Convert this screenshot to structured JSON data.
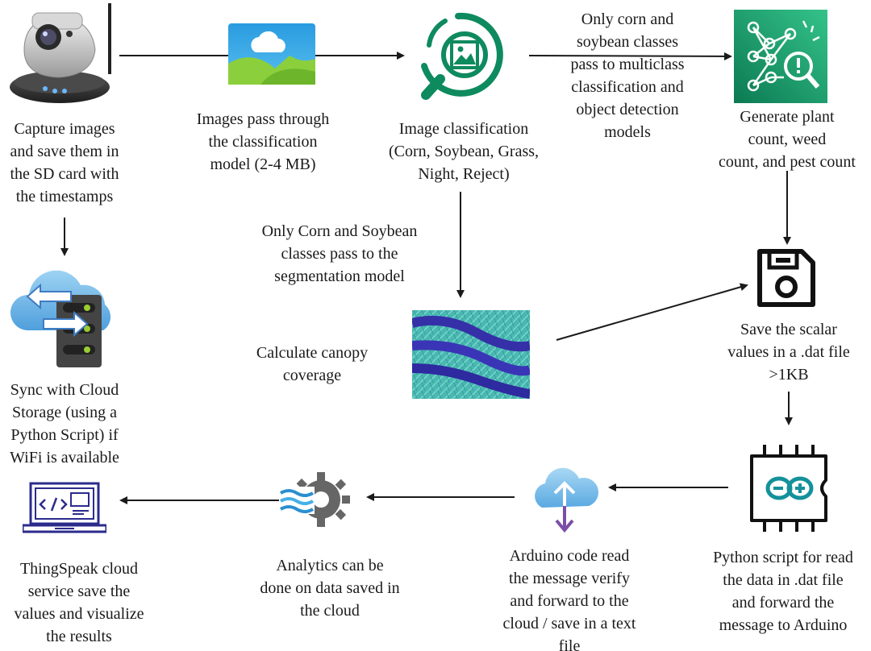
{
  "nodes": {
    "capture": {
      "label": "Capture images\nand save them in\nthe SD card with\nthe timestamps",
      "icon": "ip-camera-icon"
    },
    "cloud_sync": {
      "label": "Sync with Cloud\nStorage (using a\nPython Script) if\nWiFi is available",
      "icon": "cloud-server-sync-icon"
    },
    "classification_input": {
      "label": "Images pass through\nthe classification\nmodel  (2-4 MB)",
      "icon": "image-file-icon"
    },
    "image_classification": {
      "label": "Image classification\n(Corn, Soybean, Grass,\nNight, Reject)",
      "icon": "image-search-icon"
    },
    "detection": {
      "label": "Generate plant\ncount, weed\ncount, and pest count",
      "icon": "neural-network-detection-icon"
    },
    "canopy": {
      "label": "Calculate canopy\ncoverage",
      "icon": "segmentation-image"
    },
    "save_dat": {
      "label": "Save the scalar\nvalues in a .dat file\n>1KB",
      "icon": "floppy-disk-icon"
    },
    "python_script": {
      "label": "Python script for read\nthe data in .dat file\nand forward the\nmessage to Arduino",
      "icon": "arduino-board-icon"
    },
    "arduino_code": {
      "label": "Arduino code read\nthe message verify\nand forward to the\ncloud / save in a text\nfile",
      "icon": "cloud-upload-icon"
    },
    "analytics": {
      "label": "Analytics can be\ndone on data saved in\nthe cloud",
      "icon": "data-gear-icon"
    },
    "thingspeak": {
      "label": "ThingSpeak cloud\nservice save the\nvalues and visualize\nthe results",
      "icon": "laptop-code-icon"
    }
  },
  "annotations": {
    "corn_soy_multiclass": "Only corn and\nsoybean classes\npass to multiclass\nclassification and\nobject detection\nmodels",
    "corn_soy_segmentation": "Only Corn and Soybean\nclasses pass to the\nsegmentation model"
  },
  "colors": {
    "arrow": "#1a1a1a",
    "green_icon": "#0e8a5f",
    "blue_icon": "#3e7bc4",
    "cloud_light": "#7ec0ea",
    "purple": "#7b4fa8",
    "arduino_teal": "#14919b",
    "sky": "#35a8e6",
    "hill": "#8ccf3c"
  }
}
